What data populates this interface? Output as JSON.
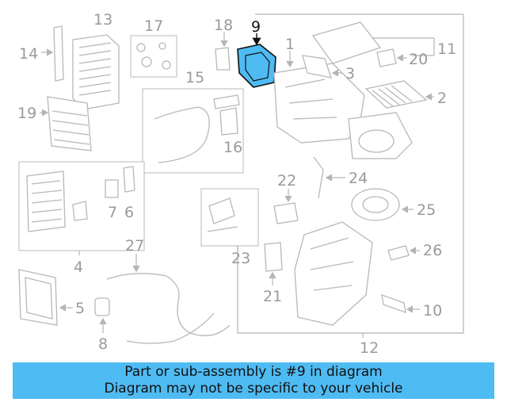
{
  "banner": {
    "line1": "Part or sub-assembly is #9 in diagram",
    "line2": "Diagram may not be specific to your vehicle"
  },
  "highlight": {
    "callout": "9",
    "color": "#4fbbf3"
  },
  "callouts": [
    "1",
    "2",
    "3",
    "4",
    "5",
    "6",
    "7",
    "8",
    "10",
    "11",
    "12",
    "13",
    "14",
    "15",
    "16",
    "17",
    "18",
    "19",
    "20",
    "21",
    "22",
    "23",
    "24",
    "25",
    "26",
    "27"
  ]
}
